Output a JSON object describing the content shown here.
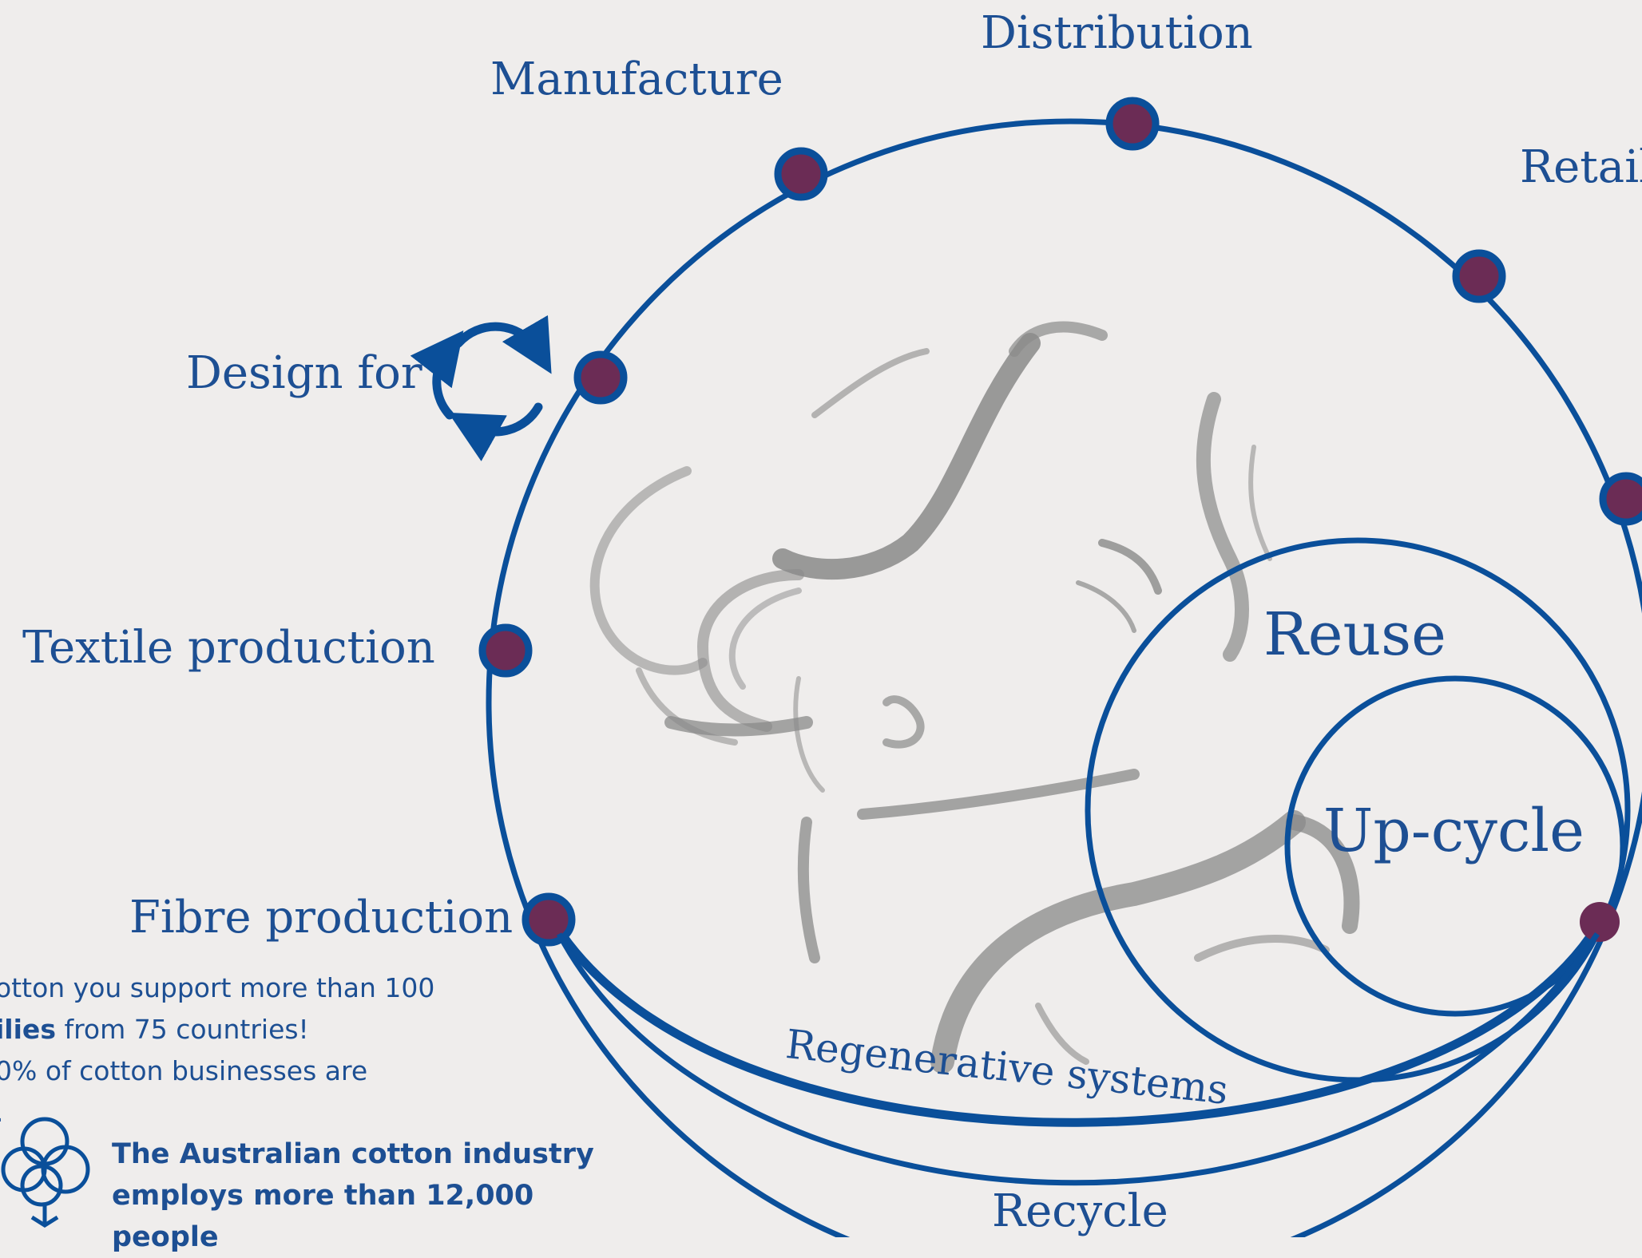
{
  "stages": {
    "distribution": "Distribution",
    "manufacture": "Manufacture",
    "retail": "Retail",
    "design_for": "Design for",
    "textile_production": "Textile production",
    "fibre_production": "Fibre production"
  },
  "loops": {
    "reuse": "Reuse",
    "upcycle": "Up-cycle",
    "regenerative": "Regenerative systems",
    "recycle": "Recycle"
  },
  "body_text": {
    "line1": "otton you support more than 100",
    "line2_bold": "ilies",
    "line2_rest": " from 75 countries!",
    "line3": "0% of cotton businesses are",
    "line4": "."
  },
  "callout": {
    "line1": "The Australian cotton industry",
    "line2": "employs more than 12,000 people"
  },
  "colors": {
    "primary": "#0a4f9a",
    "node_fill": "#6b2c55",
    "background": "#efedec",
    "sketch": "#8a8a8a"
  },
  "icons": {
    "recycle": "recycle-arrows-icon",
    "cotton": "cotton-boll-icon"
  }
}
